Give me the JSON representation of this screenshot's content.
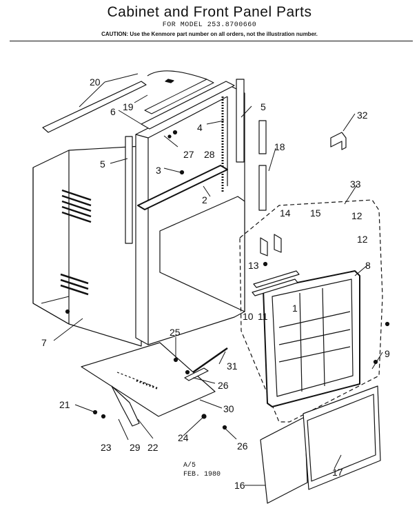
{
  "header": {
    "title": "Cabinet and Front Panel Parts",
    "model_line": "FOR MODEL 253.8700660",
    "caution": "CAUTION: Use the Kenmore part number on all orders, not the illustration number."
  },
  "footer": {
    "revision": "A/5",
    "date": "FEB. 1980"
  },
  "callouts": [
    "1",
    "2",
    "3",
    "4",
    "5",
    "5",
    "6",
    "7",
    "8",
    "9",
    "10",
    "11",
    "12",
    "12",
    "13",
    "14",
    "15",
    "16",
    "17",
    "18",
    "19",
    "20",
    "21",
    "22",
    "23",
    "24",
    "25",
    "26",
    "26",
    "27",
    "28",
    "29",
    "30",
    "31",
    "32",
    "33"
  ]
}
